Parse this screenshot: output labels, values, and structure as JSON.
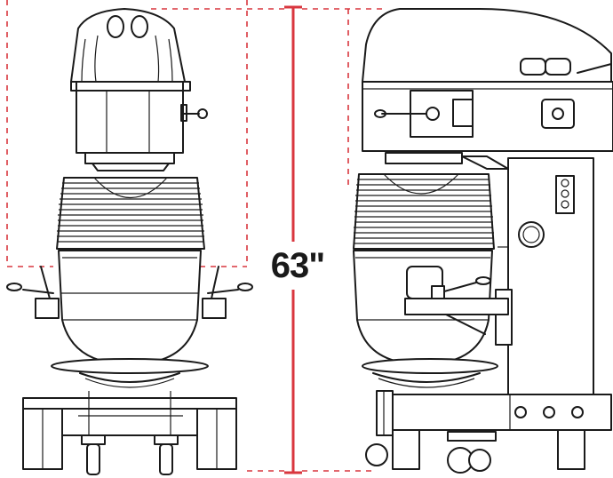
{
  "dimension": {
    "height_label": "63\"",
    "line_color": "#d9363e"
  },
  "views": [
    "front-view",
    "side-view"
  ]
}
